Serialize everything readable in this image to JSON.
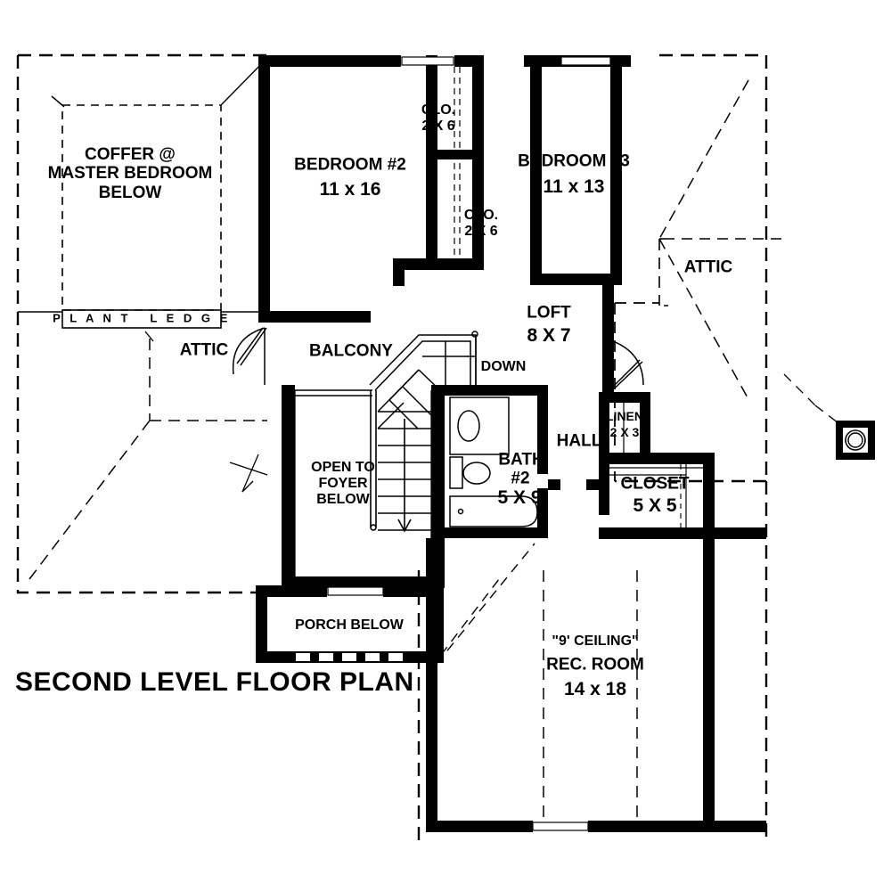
{
  "document": {
    "title": "SECOND LEVEL FLOOR PLAN",
    "drawing_type": "architectural-floor-plan",
    "colors": {
      "ink": "#000000",
      "paper": "#ffffff"
    }
  },
  "rooms": [
    {
      "id": "bedroom2",
      "name": "BEDROOM #2",
      "dimensions": "11 x 16"
    },
    {
      "id": "bedroom3",
      "name": "BEDROOM #3",
      "dimensions": "11 x 13"
    },
    {
      "id": "loft",
      "name": "LOFT",
      "dimensions": "8 X 7"
    },
    {
      "id": "bath2",
      "name": "BATH",
      "name2": "#2",
      "dimensions": "5 X 9"
    },
    {
      "id": "closet",
      "name": "CLOSET",
      "dimensions": "5 X 5"
    },
    {
      "id": "linen",
      "name": "LINEN",
      "dimensions": "2 X 3"
    },
    {
      "id": "closet_b2_upper",
      "name": "CLO.",
      "dimensions": "2 X 6"
    },
    {
      "id": "closet_b2_lower",
      "name": "CLO.",
      "dimensions": "2 X 6"
    },
    {
      "id": "recroom",
      "name": "REC. ROOM",
      "dimensions": "14 x 18",
      "ceiling_note": "\"9' CEILING\""
    }
  ],
  "annotations": {
    "coffer": "COFFER @\nMASTER BEDROOM\nBELOW",
    "plant_ledge": "P L A N T   L E D G E",
    "plant_ledge_vertical": "PLANT LEDGE",
    "attic_left": "ATTIC",
    "attic_right": "ATTIC",
    "balcony": "BALCONY",
    "hall": "HALL",
    "down": "DOWN",
    "open_to_foyer": "OPEN TO\nFOYER\nBELOW",
    "porch_below": "PORCH BELOW"
  },
  "icons": {
    "stair_down_arrow": "stair-down-arrow-icon",
    "door_swing": "door-swing-icon",
    "round_window": "round-window-icon",
    "toilet": "toilet-icon",
    "bathtub": "bathtub-icon",
    "vanity": "vanity-sink-icon"
  }
}
